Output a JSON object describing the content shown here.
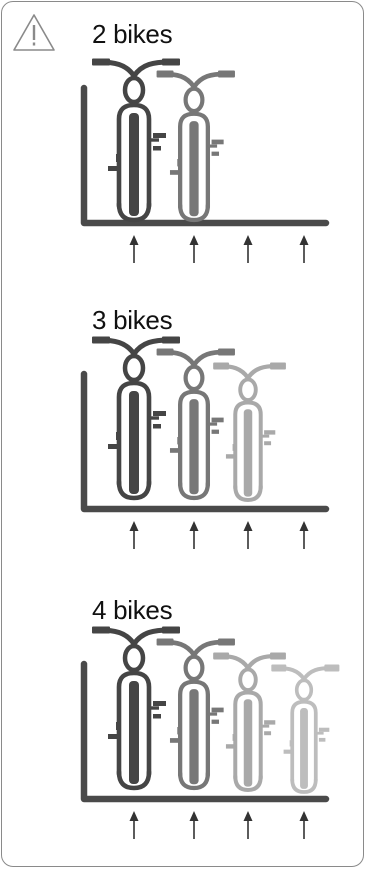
{
  "sections": [
    {
      "title": "2 bikes",
      "bike_count": 2
    },
    {
      "title": "3 bikes",
      "bike_count": 3
    },
    {
      "title": "4 bikes",
      "bike_count": 4
    }
  ],
  "icons": {
    "warning": "warning-triangle-icon",
    "bike": "bicycle-front-view-icon",
    "arrow": "up-arrow-icon"
  },
  "colors": {
    "frame": "#4a4a4a",
    "bike_shades": [
      "#454545",
      "#777777",
      "#a9a9a9",
      "#bdbdbd"
    ],
    "border": "#8a8a8a"
  }
}
